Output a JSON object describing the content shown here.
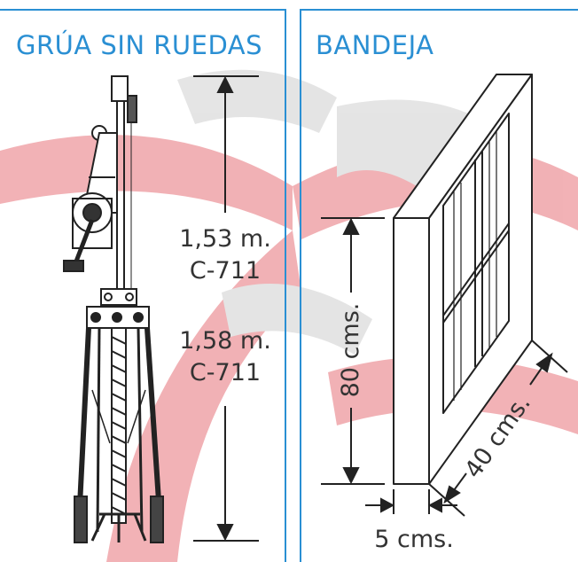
{
  "colors": {
    "accent_blue": "#2a8fd3",
    "watermark_red": "#d9232d",
    "watermark_grey": "#b5b5b5",
    "ink": "#333333"
  },
  "left_panel": {
    "title": "GRÚA SIN RUEDAS",
    "upper_height": "1,53 m.",
    "upper_model": "C-711",
    "lower_height": "1,58 m.",
    "lower_model": "C-711"
  },
  "right_panel": {
    "title": "BANDEJA",
    "height_label": "80 cms.",
    "depth_label": "40 cms.",
    "thickness_label": "5 cms."
  },
  "icons": [
    "crane-hoist-drawing",
    "tray-frame-drawing",
    "logo-watermark"
  ]
}
